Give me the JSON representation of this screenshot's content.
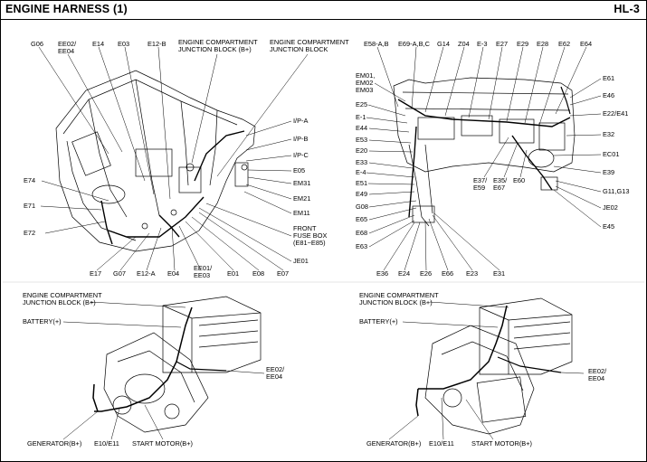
{
  "header": {
    "title": "ENGINE HARNESS (1)",
    "page": "HL-3"
  },
  "view1": {
    "labels": {
      "g06": "G06",
      "ee02_ee04": "EE02/\nEE04",
      "e14": "E14",
      "e03": "E03",
      "e12b": "E12-B",
      "ecjb_bplus": "ENGINE COMPARTMENT\nJUNCTION BLOCK (B+)",
      "ecjb": "ENGINE COMPARTMENT\nJUNCTION BLOCK",
      "ip_a": "I/P-A",
      "ip_b": "I/P-B",
      "ip_c": "I/P-C",
      "e05": "E05",
      "em31": "EM31",
      "em21": "EM21",
      "em11": "EM11",
      "ffb": "FRONT\nFUSE BOX\n(E81~E85)",
      "je01": "JE01",
      "e74": "E74",
      "e71": "E71",
      "e72": "E72",
      "e17": "E17",
      "g07": "G07",
      "e12a": "E12-A",
      "e04": "E04",
      "ee01_ee03": "EE01/\nEE03",
      "e01": "E01",
      "e08": "E08",
      "e07": "E07"
    }
  },
  "view2": {
    "labels": {
      "e58": "E58-A,B",
      "e69": "E69-A,B,C",
      "g14": "G14",
      "z04": "Z04",
      "e3": "E-3",
      "e27": "E27",
      "e29": "E29",
      "e28": "E28",
      "e62": "E62",
      "e64": "E64",
      "em": "EM01,\nEM02\nEM03",
      "e25": "E25",
      "e1": "E-1",
      "e44": "E44",
      "e53": "E53",
      "e20": "E20",
      "e33": "E33",
      "e4": "E-4",
      "e51": "E51",
      "e49": "E49",
      "g08": "G08",
      "e65": "E65",
      "e68": "E68",
      "e63": "E63",
      "e37": "E37/\nE59",
      "e35": "E35/\nE67",
      "e60": "E60",
      "e61": "E61",
      "e46": "E46",
      "e22": "E22/E41",
      "e32": "E32",
      "ec01": "EC01",
      "e39": "E39",
      "g11": "G11,G13",
      "je02": "JE02",
      "e45": "E45",
      "e36": "E36",
      "e24": "E24",
      "e26": "E26",
      "e66": "E66",
      "e23": "E23",
      "e31": "E31"
    }
  },
  "view3": {
    "labels": {
      "ecjb_bplus": "ENGINE COMPARTMENT\nJUNCTION BLOCK (B+)",
      "battery": "BATTERY(+)",
      "ee02": "EE02/\nEE04",
      "generator": "GENERATOR(B+)",
      "e10": "E10/E11",
      "start": "START MOTOR(B+)"
    }
  },
  "view4": {
    "labels": {
      "ecjb_bplus": "ENGINE COMPARTMENT\nJUNCTION BLOCK (B+)",
      "battery": "BATTERY(+)",
      "ee02": "EE02/\nEE04",
      "generator": "GENERATOR(B+)",
      "e10": "E10/E11",
      "start": "START MOTOR(B+)"
    }
  }
}
